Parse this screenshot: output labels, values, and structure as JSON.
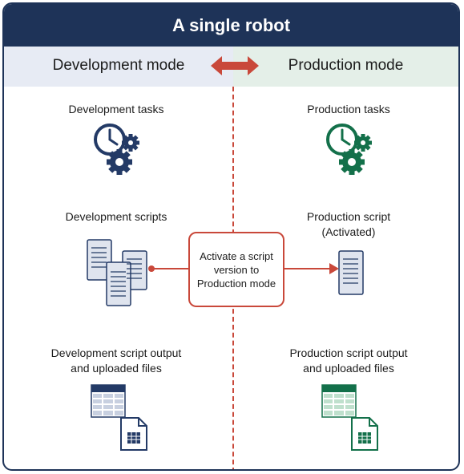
{
  "title": "A single robot",
  "modes": {
    "development": "Development mode",
    "production": "Production mode"
  },
  "development": {
    "tasks_label": "Development tasks",
    "scripts_label": "Development scripts",
    "output_label_line1": "Development script output",
    "output_label_line2": "and uploaded files"
  },
  "production": {
    "tasks_label": "Production tasks",
    "script_label_line1": "Production script",
    "script_label_line2": "(Activated)",
    "output_label_line1": "Production script output",
    "output_label_line2": "and uploaded files"
  },
  "callout": {
    "line1": "Activate a script",
    "line2": "version to",
    "line3": "Production mode"
  },
  "colors": {
    "header": "#1e3358",
    "dev_icon": "#233a66",
    "prod_icon": "#13704a",
    "accent": "#c9483a",
    "dev_band": "#e7ebf4",
    "prod_band": "#e4efe8"
  },
  "icons": {
    "tasks": "clock-gears-icon",
    "scripts": "scroll-icon",
    "output": "spreadsheet-icon",
    "file": "document-icon"
  }
}
